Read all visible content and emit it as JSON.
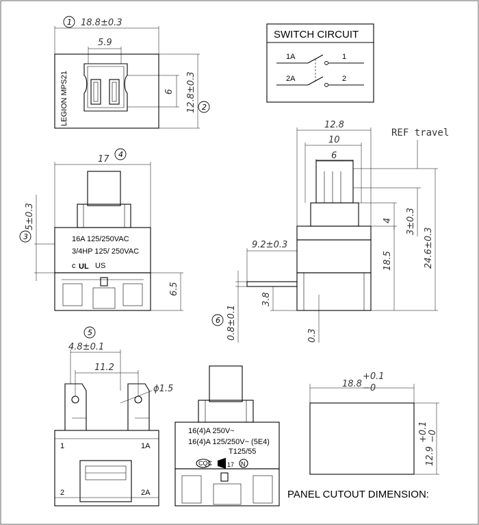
{
  "top_view": {
    "marker": "1",
    "width_dim": "18.8±0.3",
    "slot_dim": "5.9",
    "inner_dim": "6",
    "height_marker": "2",
    "height_dim": "12.8±0.3",
    "brand": "LEGION MPS21"
  },
  "switch_circuit": {
    "title": "SWITCH CIRCUIT",
    "terminals": [
      "1A",
      "1",
      "2A",
      "2"
    ]
  },
  "front_view": {
    "marker": "4",
    "width_dim": "17",
    "left_marker": "3",
    "left_dim": "5±0.3",
    "bottom_dim": "6.5",
    "rating1": "16A 125/250VAC",
    "rating2": "3/4HP 125/ 250VAC",
    "cert": "c",
    "cert_us": "US"
  },
  "side_view": {
    "dim_128": "12.8",
    "dim_10": "10",
    "dim_6": "6",
    "ref_travel": "REF travel",
    "dim_4": "4",
    "dim_3": "3±0.3",
    "dim_185": "18.5",
    "dim_246": "24.6±0.3",
    "dim_92": "9.2±0.3",
    "dim_38": "3.8",
    "marker": "6",
    "dim_08": "0.8±0.1",
    "dim_03": "0.3"
  },
  "bottom_view": {
    "marker": "5",
    "dim_48": "4.8±0.1",
    "dim_112": "11.2",
    "hole_dim": "ϕ1.5",
    "terminals": [
      "1",
      "1A",
      "2",
      "2A"
    ]
  },
  "back_view": {
    "rating1": "16(4)A 250V~",
    "rating2": "16(4)A 125/250V~ (5E4)",
    "rating3": "T125/55",
    "cqc": "CQC",
    "k_mark": "17",
    "n_mark": "N"
  },
  "cutout": {
    "width_dim": "18.8",
    "width_tol_plus": "+0.1",
    "width_tol_minus": "−0",
    "height_dim": "12.9",
    "height_tol_plus": "+0.1",
    "height_tol_minus": "−0",
    "caption": "PANEL CUTOUT DIMENSION:"
  }
}
